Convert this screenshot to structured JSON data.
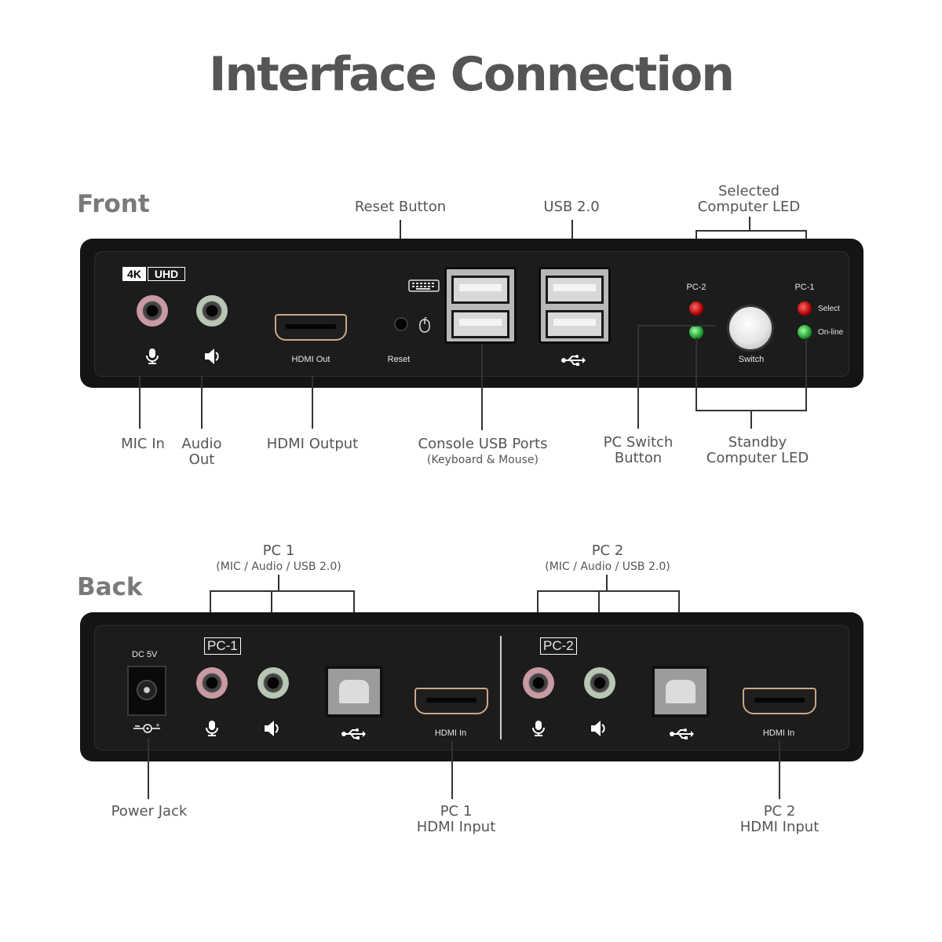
{
  "title": "Interface Connection",
  "front": {
    "heading": "Front",
    "badge_4k": "4K",
    "badge_uhd": "UHD",
    "silk_hdmi_out": "HDMI  Out",
    "silk_reset": "Reset",
    "silk_pc2": "PC-2",
    "silk_pc1": "PC-1",
    "silk_select": "Select",
    "silk_online": "On-line",
    "silk_switch": "Switch",
    "callouts": {
      "reset_button": "Reset Button",
      "usb20": "USB 2.0",
      "selected_led_line1": "Selected",
      "selected_led_line2": "Computer LED",
      "mic_in": "MIC In",
      "audio_out_line1": "Audio",
      "audio_out_line2": "Out",
      "hdmi_output": "HDMI Output",
      "console_usb": "Console USB Ports",
      "console_usb_sub": "(Keyboard & Mouse)",
      "pc_switch_line1": "PC Switch",
      "pc_switch_line2": "Button",
      "standby_led_line1": "Standby",
      "standby_led_line2": "Computer LED"
    }
  },
  "back": {
    "heading": "Back",
    "silk_dc": "DC 5V",
    "silk_pc1": "PC-1",
    "silk_pc2": "PC-2",
    "silk_hdmi_in": "HDMI  In",
    "callouts": {
      "pc1": "PC 1",
      "pc1_sub": "(MIC / Audio / USB 2.0)",
      "pc2": "PC 2",
      "pc2_sub": "(MIC / Audio / USB 2.0)",
      "power_jack": "Power Jack",
      "pc1_hdmi_line1": "PC 1",
      "pc1_hdmi_line2": "HDMI Input",
      "pc2_hdmi_line1": "PC 2",
      "pc2_hdmi_line2": "HDMI Input"
    }
  },
  "icons": [
    "microphone-icon",
    "speaker-icon",
    "usb-icon",
    "keyboard-icon",
    "mouse-icon",
    "dc-polarity-icon"
  ]
}
